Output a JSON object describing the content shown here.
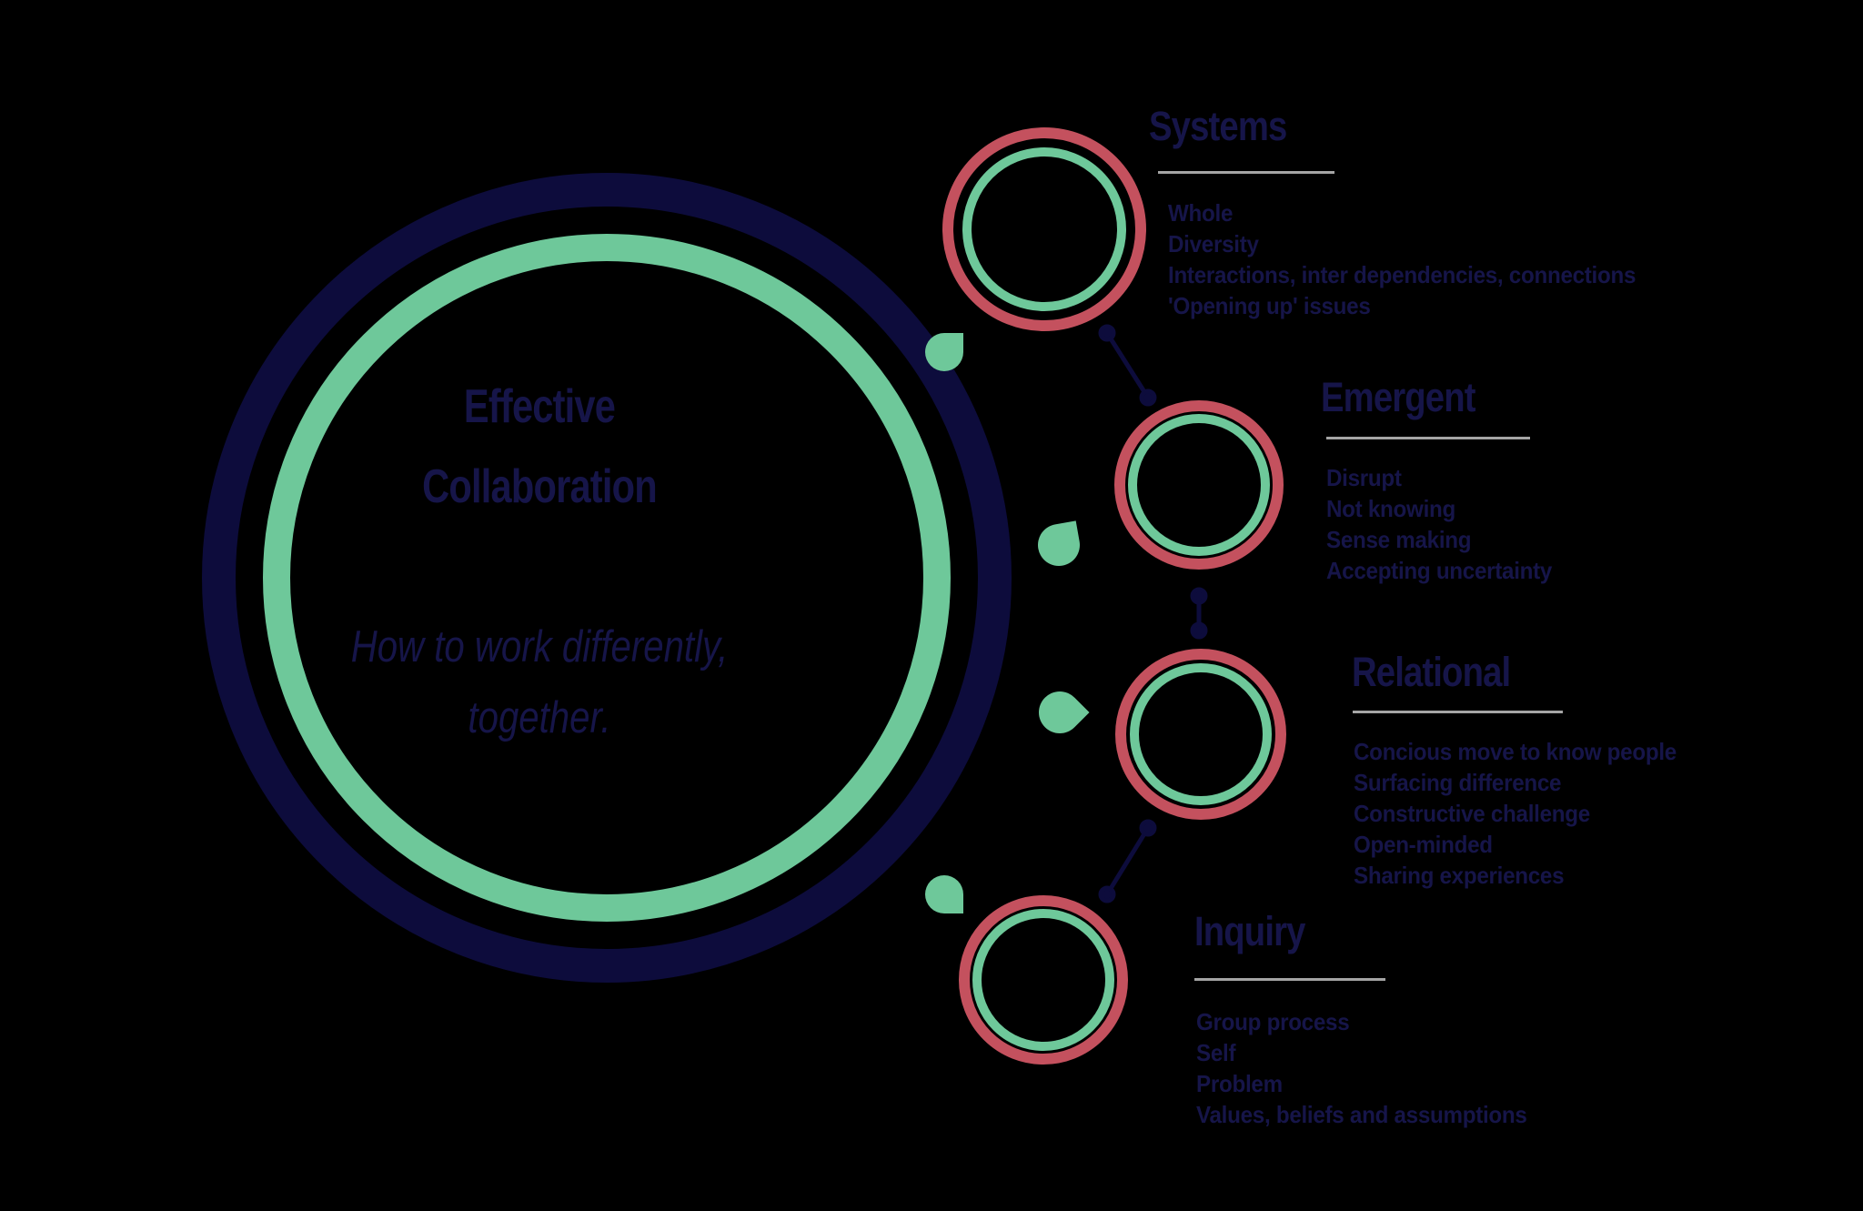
{
  "colors": {
    "background": "#000000",
    "navy_ring": "#0d0c3c",
    "text_navy": "#161549",
    "green": "#6ec89a",
    "red": "#c4515e",
    "underline_gray": "#a5a5a5"
  },
  "center_circle": {
    "title_lines": [
      "Effective",
      "Collaboration"
    ],
    "subtitle_lines": [
      "How to work differently,",
      "together."
    ]
  },
  "sections": [
    {
      "title": "Systems",
      "items": [
        "Whole",
        "Diversity",
        "Interactions, inter dependencies, connections",
        "'Opening up' issues"
      ]
    },
    {
      "title": "Emergent",
      "items": [
        "Disrupt",
        "Not knowing",
        "Sense making",
        "Accepting uncertainty"
      ]
    },
    {
      "title": "Relational",
      "items": [
        "Concious move to know people",
        "Surfacing difference",
        "Constructive challenge",
        "Open-minded",
        "Sharing experiences"
      ]
    },
    {
      "title": "Inquiry",
      "items": [
        "Group process",
        "Self",
        "Problem",
        "Values, beliefs and assumptions"
      ]
    }
  ]
}
